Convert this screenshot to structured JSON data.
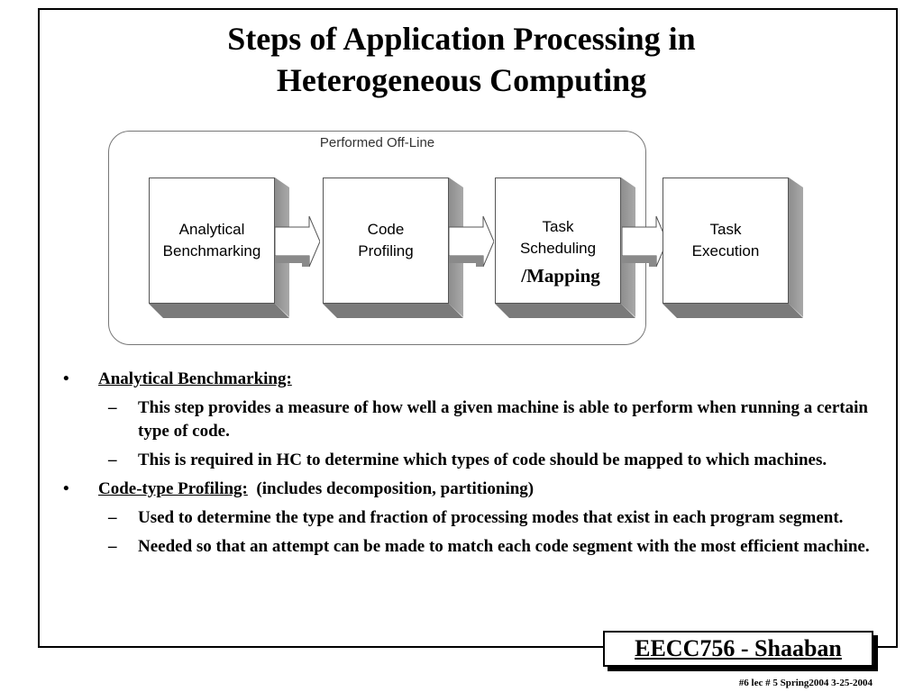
{
  "slide": {
    "title_line1": "Steps of Application Processing in",
    "title_line2": "Heterogeneous Computing"
  },
  "diagram": {
    "offline_label": "Performed Off-Line",
    "box1_line1": "Analytical",
    "box1_line2": "Benchmarking",
    "box2_line1": "Code",
    "box2_line2": "Profiling",
    "box3_line1": "Task",
    "box3_line2": "Scheduling",
    "box3_extra": "/Mapping",
    "box4_line1": "Task",
    "box4_line2": "Execution"
  },
  "bullets": [
    {
      "heading": "Analytical Benchmarking:",
      "suffix": "",
      "subs": [
        "This step provides a measure of how well a given machine is able to perform when running a certain type of code.",
        "This is required in HC to determine which types of code should be mapped to which machines."
      ]
    },
    {
      "heading": "Code-type Profiling:",
      "suffix": "(includes decomposition, partitioning)",
      "subs": [
        "Used to determine the type and fraction of processing modes  that exist in each program segment.",
        "Needed so that an attempt can be made to match each code segment with the most efficient machine."
      ]
    }
  ],
  "footer": {
    "course": "EECC756 - Shaaban",
    "note": "#6   lec # 5     Spring2004    3-25-2004"
  }
}
